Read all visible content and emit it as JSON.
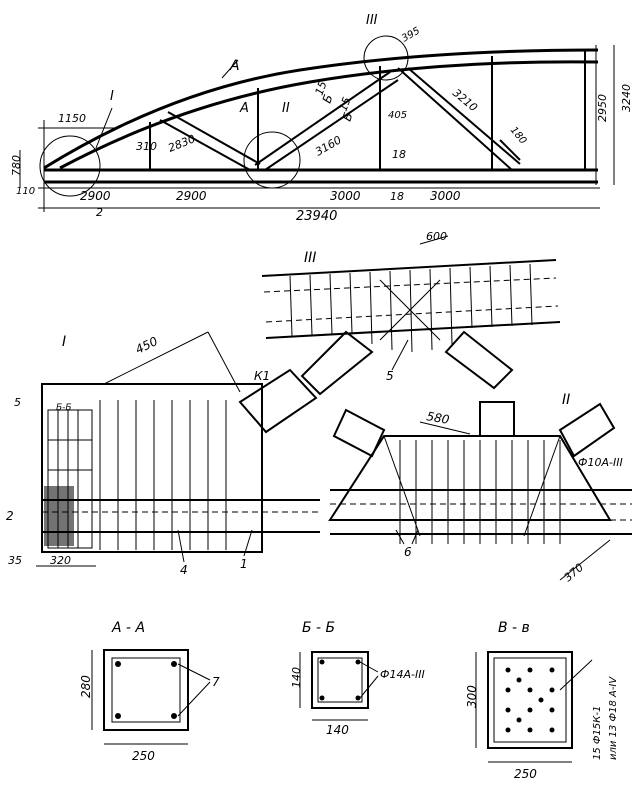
{
  "truss_elevation": {
    "section_marks": {
      "a": "А",
      "b": "Б",
      "b2": "Б"
    },
    "node_marks": {
      "i": "I",
      "ii": "II",
      "iii": "III"
    },
    "dims": {
      "d1150": "1150",
      "d780": "780",
      "d110": "110",
      "d2900a": "2900",
      "d2900b": "2900",
      "d3000a": "3000",
      "d3000b": "3000",
      "d18a": "18",
      "d18b": "18",
      "d23940": "23940",
      "d2": "2",
      "d310": "310",
      "d2830": "2830",
      "d3160": "3160",
      "d3210": "3210",
      "d2950": "2950",
      "d3240": "3240",
      "d180": "180",
      "d15a": "15",
      "d15b": "15",
      "d405": "405",
      "d395": "395"
    }
  },
  "node_detail_I": {
    "title": "I",
    "dims": {
      "d450": "450",
      "d320": "320",
      "d35": "35"
    },
    "labels": {
      "k1": "К1",
      "n4": "4",
      "n1": "1",
      "n2": "2",
      "n5": "5",
      "bb": "Б-Б"
    }
  },
  "node_detail_II": {
    "title": "II",
    "dims": {
      "d580": "580",
      "d370": "370"
    },
    "labels": {
      "n6": "6",
      "rebar": "Ф10А-III"
    }
  },
  "node_detail_III": {
    "title": "III",
    "dims": {
      "d600": "600"
    },
    "labels": {
      "n5": "5"
    }
  },
  "sections": {
    "aa": {
      "title": "А - А",
      "width": "250",
      "height": "280",
      "callout": "7"
    },
    "bb": {
      "title": "Б - Б",
      "width": "140",
      "height": "140",
      "callout": "Ф14А-III"
    },
    "vv": {
      "title": "В - в",
      "width": "250",
      "height": "300",
      "callout1": "15 Ф15К-1",
      "callout2": "или 13 Ф18 А-IV"
    }
  }
}
